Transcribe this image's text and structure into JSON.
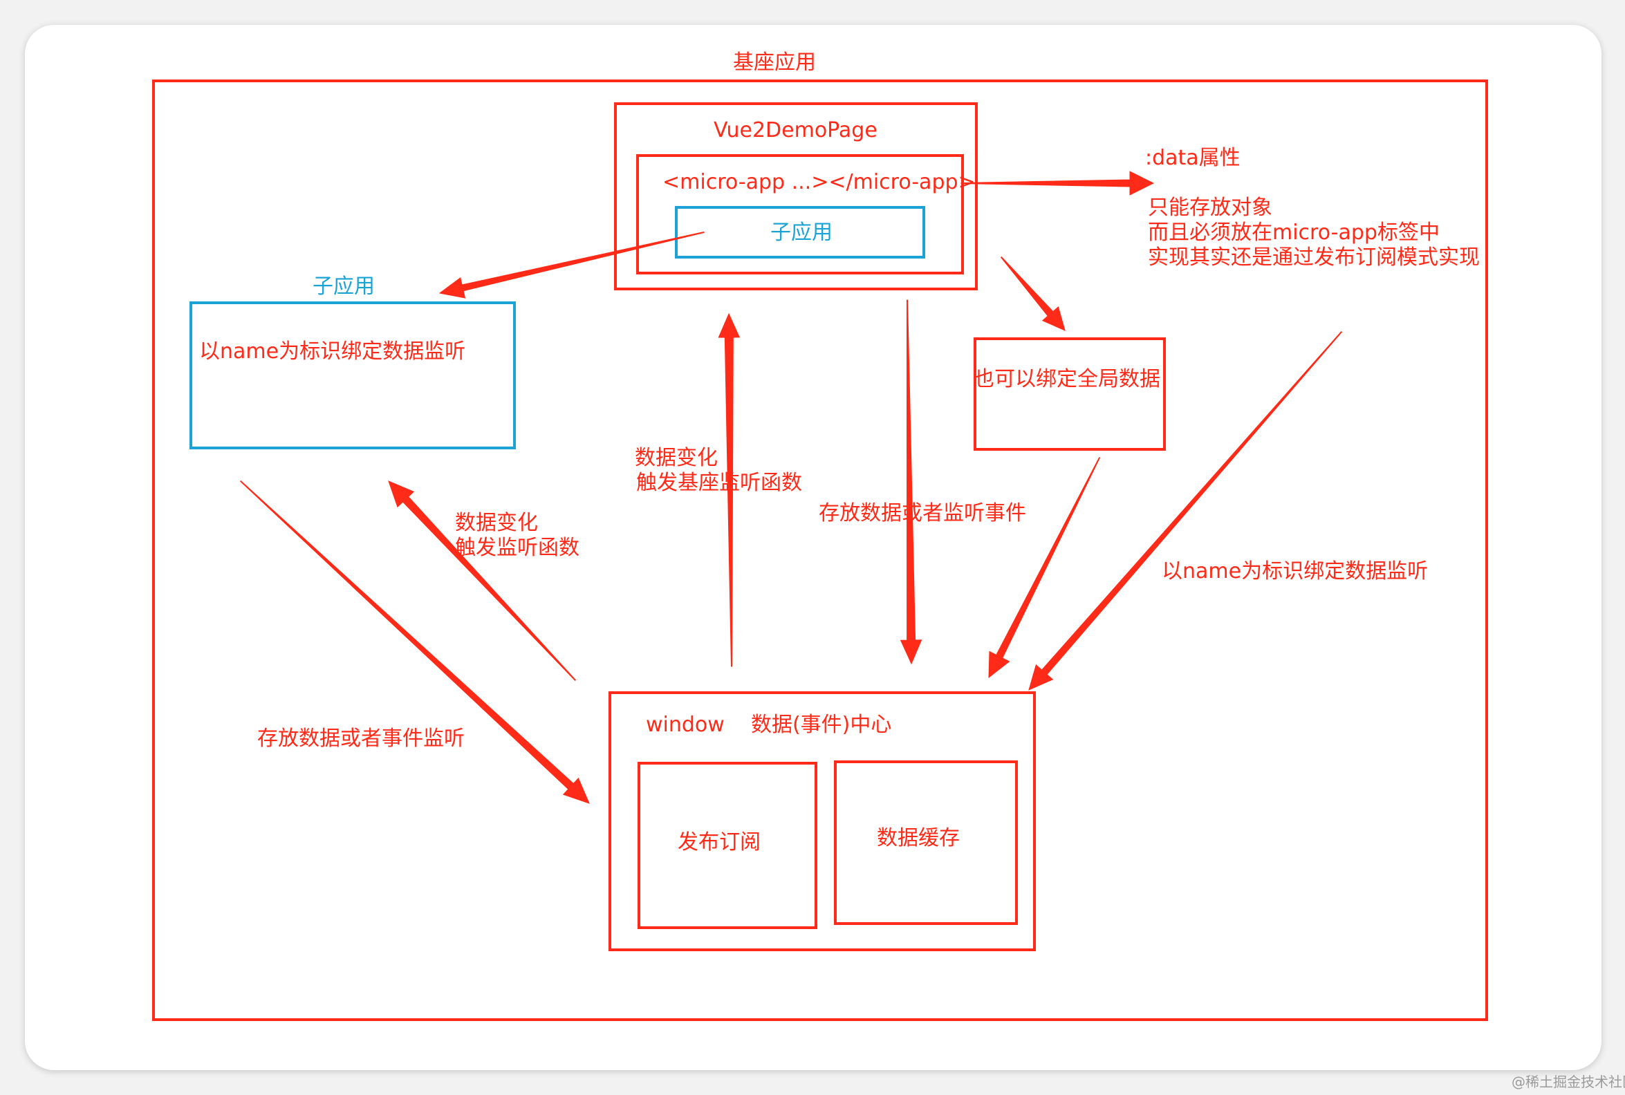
{
  "colors": {
    "primary_red": "#ff2a17",
    "accent_blue": "#1ca3d6"
  },
  "labels": {
    "base_app": "基座应用",
    "vue_page": "Vue2DemoPage",
    "micro_app_tag": "<micro-app ...></micro-app>",
    "child_app_inner": "子应用",
    "child_app_title": "子应用",
    "child_app_box_text": "以name为标识绑定数据监听",
    "data_prop_title": ":data属性",
    "data_prop_desc": [
      "只能存放对象",
      "而且必须放在micro-app标签中",
      "实现其实还是通过发布订阅模式实现"
    ],
    "global_data_box": "也可以绑定全局数据",
    "center_change_line1": "数据变化",
    "center_change_line2": "触发基座监听函数",
    "store_or_listen": "存放数据或者监听事件",
    "left_change_line1": "数据变化",
    "left_change_line2": "触发监听函数",
    "right_bind": "以name为标识绑定数据监听",
    "left_store": "存放数据或者事件监听",
    "window_center": "window    数据(事件)中心",
    "pubsub": "发布订阅",
    "data_cache": "数据缓存",
    "watermark": "@稀土掘金技术社区"
  }
}
